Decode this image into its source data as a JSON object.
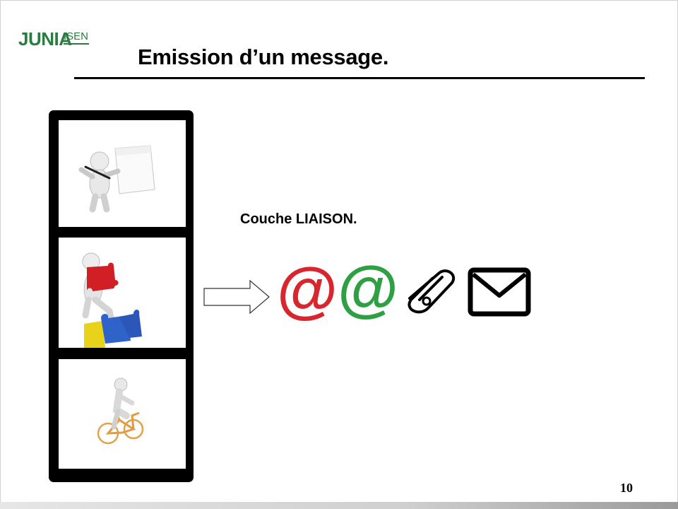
{
  "logo": {
    "brand": "JUNIA",
    "sub_brand": "ISEN",
    "brand_color": "#2a7d3e"
  },
  "slide": {
    "title": "Emission d’un message.",
    "layer_label": "Couche LIAISON.",
    "page_number": "10"
  },
  "filmstrip": {
    "frames": [
      {
        "icon": "figure-writing-icon"
      },
      {
        "icon": "figure-puzzle-icon"
      },
      {
        "icon": "figure-cycling-icon"
      }
    ]
  },
  "message_icons": [
    {
      "name": "at-sign-icon",
      "color": "#d9262e"
    },
    {
      "name": "at-sign-icon",
      "color": "#2ea043"
    },
    {
      "name": "paperclip-icon",
      "color": "#000000"
    },
    {
      "name": "envelope-icon",
      "color": "#000000"
    }
  ],
  "icon_glyphs": {
    "at": "@"
  },
  "arrow": {
    "icon": "right-arrow-icon"
  }
}
